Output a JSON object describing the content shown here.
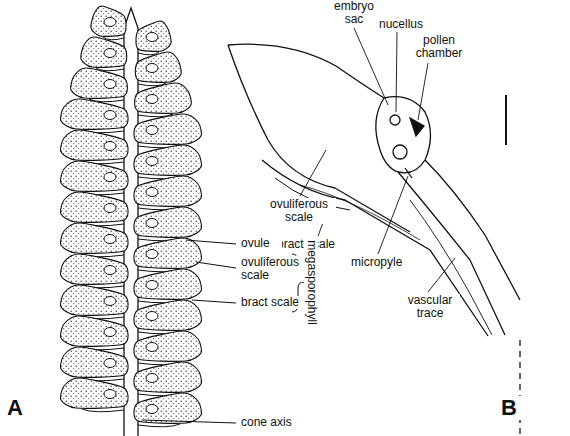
{
  "diagram": {
    "labels": [
      "embryo sac",
      "nucellus",
      "pollen chamber",
      "ovuliferous scale",
      "bract scale",
      "micropyle",
      "vascular trace",
      "ovule",
      "ovuliferous scale",
      "bract scale",
      "megasporophyll",
      "cone axis",
      "A",
      "B"
    ]
  }
}
